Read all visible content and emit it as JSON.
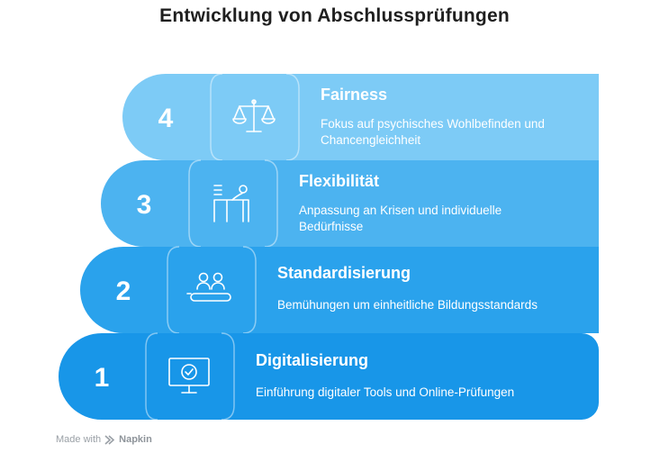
{
  "title": "Entwicklung von Abschlussprüfungen",
  "steps": [
    {
      "number": "1",
      "title": "Digitalisierung",
      "desc_lines": [
        "Einführung digitaler Tools und Online-Prüfungen"
      ],
      "icon": "monitor-check-icon",
      "color": "#1896E8"
    },
    {
      "number": "2",
      "title": "Standardisierung",
      "desc_lines": [
        "Bemühungen um einheitliche Bildungsstandards"
      ],
      "icon": "people-group-icon",
      "color": "#2AA2EC"
    },
    {
      "number": "3",
      "title": "Flexibilität",
      "desc_lines": [
        "Anpassung an Krisen und individuelle",
        "Bedürfnisse"
      ],
      "icon": "person-at-desk-icon",
      "color": "#4CB3F0"
    },
    {
      "number": "4",
      "title": "Fairness",
      "desc_lines": [
        "Fokus auf psychisches Wohlbefinden und",
        "Chancengleichheit"
      ],
      "icon": "balance-scale-icon",
      "color": "#7DCBF6"
    }
  ],
  "footer": {
    "made_with": "Made with",
    "brand": "Napkin"
  }
}
